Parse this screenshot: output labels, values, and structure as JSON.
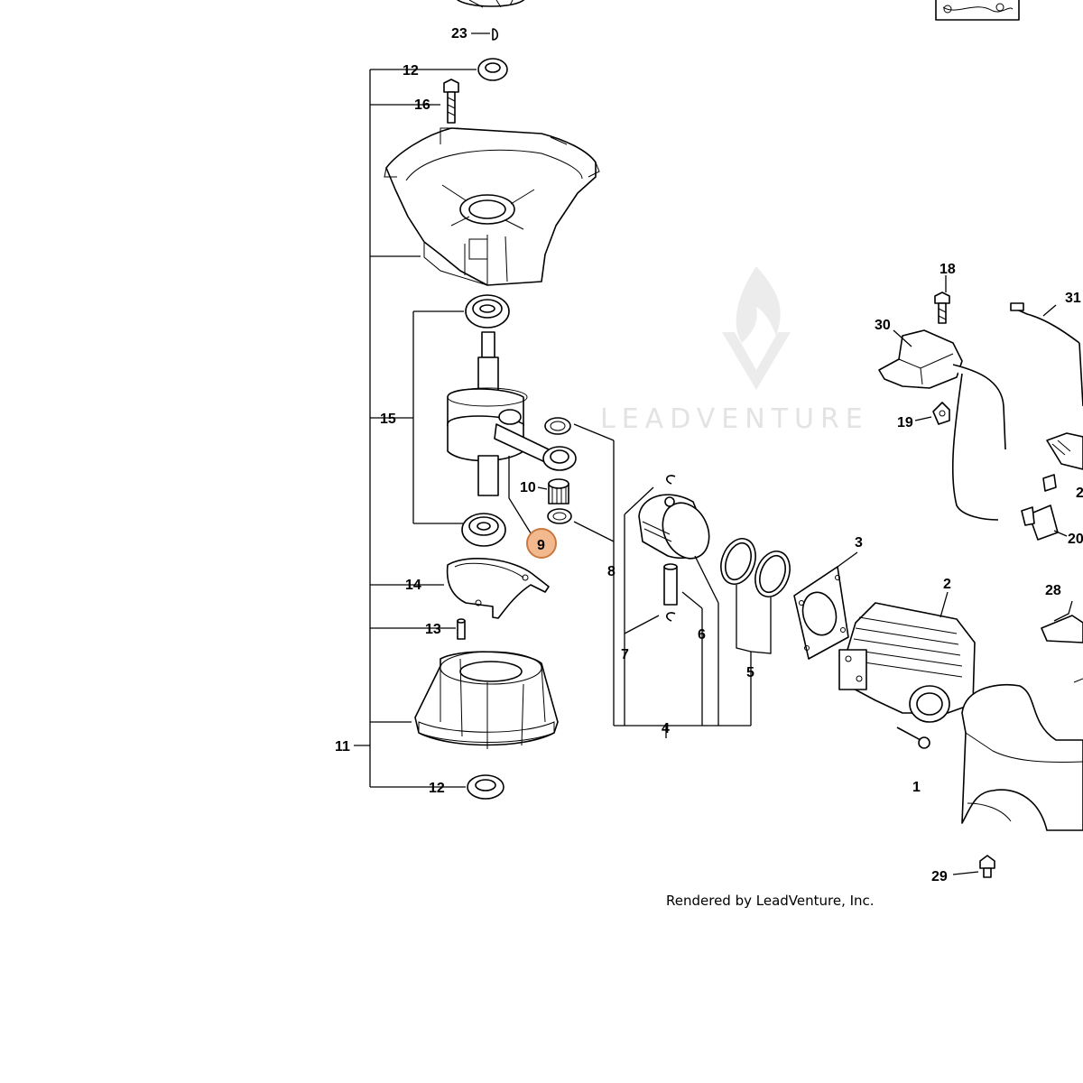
{
  "callouts": {
    "n1": "1",
    "n2": "2",
    "n3": "3",
    "n4": "4",
    "n5": "5",
    "n6": "6",
    "n7": "7",
    "n8": "8",
    "n9": "9",
    "n10": "10",
    "n11": "11",
    "n12a": "12",
    "n12b": "12",
    "n13": "13",
    "n14": "14",
    "n15": "15",
    "n16": "16",
    "n18": "18",
    "n19": "19",
    "n20": "20",
    "n21": "2",
    "n23": "23",
    "n28": "28",
    "n29": "29",
    "n30": "30",
    "n31": "31"
  },
  "highlighted_callout": "9",
  "watermark": {
    "text": "LEADVENTURE"
  },
  "footer": {
    "credit": "Rendered by LeadVenture, Inc."
  },
  "colors": {
    "highlight_fill": "#f2b98e",
    "highlight_stroke": "#c9793f",
    "watermark": "#e3e3e3"
  }
}
